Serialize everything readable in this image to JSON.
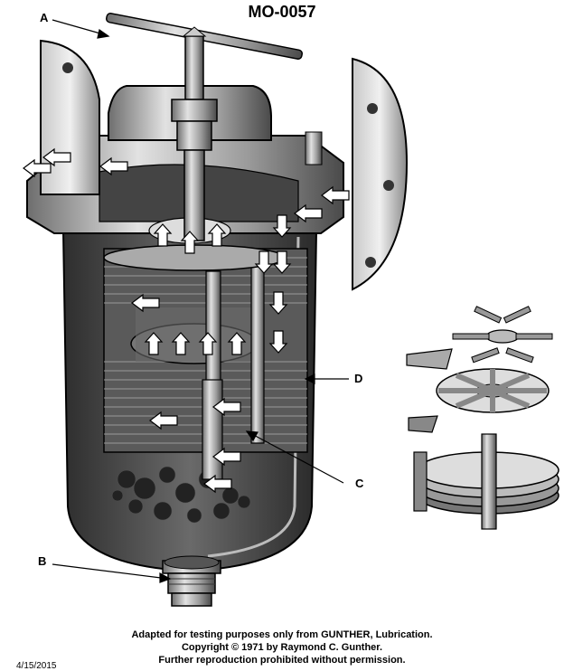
{
  "header": {
    "title": "MO-0057"
  },
  "callouts": {
    "a": "A",
    "b": "B",
    "c": "C",
    "d": "D"
  },
  "footer": {
    "line1": "Adapted for testing purposes only from GUNTHER, Lubrication.",
    "line2": "Copyright © 1971 by Raymond C. Gunther.",
    "line3": "Further reproduction prohibited without permission.",
    "date": "4/15/2015"
  },
  "colors": {
    "metal_dark": "#3a3a3a",
    "metal_mid": "#8a8a8a",
    "metal_light": "#d8d8d8",
    "bowl_interior": "#4a4a4a",
    "arrow_fill": "#ffffff"
  },
  "icons": [
    "flow-arrow-icon"
  ]
}
